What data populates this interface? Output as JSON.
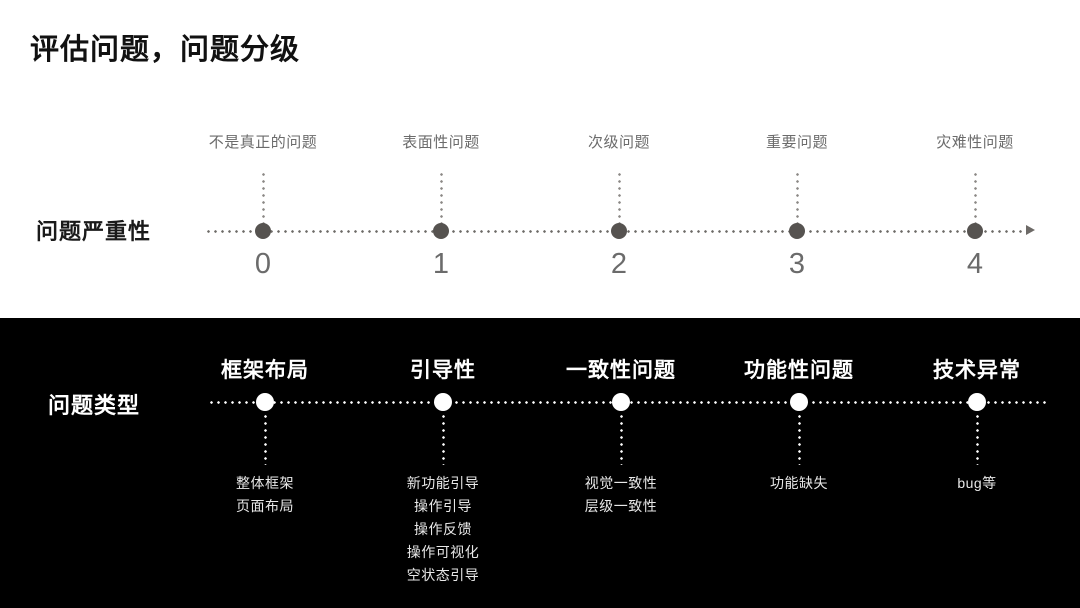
{
  "title": "评估问题，问题分级",
  "severity_row": {
    "label": "问题严重性",
    "axis_has_arrow": true,
    "ticks": [
      {
        "caption": "不是真正的问题",
        "number": "0"
      },
      {
        "caption": "表面性问题",
        "number": "1"
      },
      {
        "caption": "次级问题",
        "number": "2"
      },
      {
        "caption": "重要问题",
        "number": "3"
      },
      {
        "caption": "灾难性问题",
        "number": "4"
      }
    ]
  },
  "type_row": {
    "label": "问题类型",
    "ticks": [
      {
        "caption": "框架布局",
        "items": [
          "整体框架",
          "页面布局"
        ]
      },
      {
        "caption": "引导性",
        "items": [
          "新功能引导",
          "操作引导",
          "操作反馈",
          "操作可视化",
          "空状态引导"
        ]
      },
      {
        "caption": "一致性问题",
        "items": [
          "视觉一致性",
          "层级一致性"
        ]
      },
      {
        "caption": "功能性问题",
        "items": [
          "功能缺失"
        ]
      },
      {
        "caption": "技术异常",
        "items": [
          "bug等"
        ]
      }
    ]
  },
  "colors": {
    "light_background": "#ffffff",
    "dark_background": "#000000",
    "title_text": "#111111",
    "muted_text": "#6b6b6b",
    "dot_dark": "#565350",
    "dot_light": "#ffffff"
  },
  "layout": {
    "tick_x": [
      263,
      441,
      619,
      797,
      975
    ]
  }
}
